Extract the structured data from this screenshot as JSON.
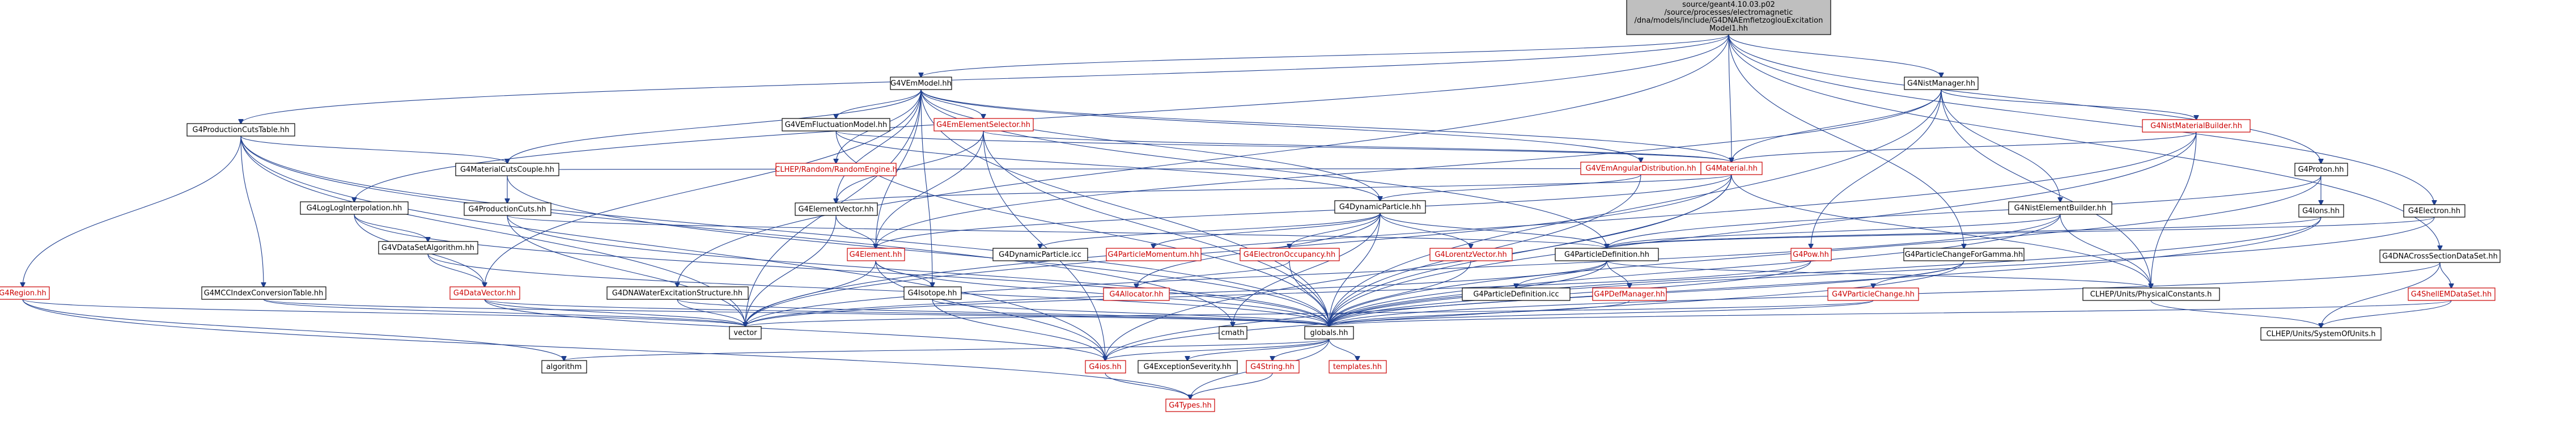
{
  "title": "source/geant4.10.03.p02/source/processes/electromagnetic/dna/models/include/G4DNAEmfietzoglouExcitationModel1.hh",
  "colors": {
    "edge": "#1f3f8f",
    "text": "#000000",
    "red_text": "#cc0000",
    "root_fill": "#bfbfbf",
    "node_fill": "#ffffff"
  },
  "nodes": [
    {
      "id": "root",
      "lines": [
        "source/geant4.10.03.p02",
        "/source/processes/electromagnetic",
        "/dna/models/include/G4DNAEmfietzoglouExcitation",
        "Model1.hh"
      ],
      "style": "root"
    },
    {
      "id": "G4VEmModel",
      "lines": [
        "G4VEmModel.hh"
      ],
      "style": "normal"
    },
    {
      "id": "G4NistManager",
      "lines": [
        "G4NistManager.hh"
      ],
      "style": "normal"
    },
    {
      "id": "G4ProductionCutsTable",
      "lines": [
        "G4ProductionCutsTable.hh"
      ],
      "style": "normal"
    },
    {
      "id": "G4VEmFluctuationModel",
      "lines": [
        "G4VEmFluctuationModel.hh"
      ],
      "style": "normal"
    },
    {
      "id": "G4EmElementSelector",
      "lines": [
        "G4EmElementSelector.hh"
      ],
      "style": "red"
    },
    {
      "id": "G4NistMaterialBuilder",
      "lines": [
        "G4NistMaterialBuilder.hh"
      ],
      "style": "red"
    },
    {
      "id": "CLHEP_RandomEngine",
      "lines": [
        "CLHEP/Random/RandomEngine.h"
      ],
      "style": "red"
    },
    {
      "id": "G4MaterialCutsCouple",
      "lines": [
        "G4MaterialCutsCouple.hh"
      ],
      "style": "normal"
    },
    {
      "id": "G4VEmAngularDistribution",
      "lines": [
        "G4VEmAngularDistribution.hh"
      ],
      "style": "red"
    },
    {
      "id": "G4Material",
      "lines": [
        "G4Material.hh"
      ],
      "style": "red"
    },
    {
      "id": "G4Proton",
      "lines": [
        "G4Proton.hh"
      ],
      "style": "normal"
    },
    {
      "id": "G4LogLogInterpolation",
      "lines": [
        "G4LogLogInterpolation.hh"
      ],
      "style": "normal"
    },
    {
      "id": "G4ProductionCuts",
      "lines": [
        "G4ProductionCuts.hh"
      ],
      "style": "normal"
    },
    {
      "id": "G4ElementVector",
      "lines": [
        "G4ElementVector.hh"
      ],
      "style": "normal"
    },
    {
      "id": "G4DynamicParticle",
      "lines": [
        "G4DynamicParticle.hh"
      ],
      "style": "normal"
    },
    {
      "id": "G4NistElementBuilder",
      "lines": [
        "G4NistElementBuilder.hh"
      ],
      "style": "normal"
    },
    {
      "id": "G4Ions",
      "lines": [
        "G4Ions.hh"
      ],
      "style": "normal"
    },
    {
      "id": "G4Electron",
      "lines": [
        "G4Electron.hh"
      ],
      "style": "normal"
    },
    {
      "id": "G4VDataSetAlgorithm",
      "lines": [
        "G4VDataSetAlgorithm.hh"
      ],
      "style": "normal"
    },
    {
      "id": "G4Element",
      "lines": [
        "G4Element.hh"
      ],
      "style": "red"
    },
    {
      "id": "G4DynamicParticle_icc",
      "lines": [
        "G4DynamicParticle.icc"
      ],
      "style": "normal"
    },
    {
      "id": "G4ParticleMomentum",
      "lines": [
        "G4ParticleMomentum.hh"
      ],
      "style": "red"
    },
    {
      "id": "G4ElectronOccupancy",
      "lines": [
        "G4ElectronOccupancy.hh"
      ],
      "style": "red"
    },
    {
      "id": "G4LorentzVector",
      "lines": [
        "G4LorentzVector.hh"
      ],
      "style": "red"
    },
    {
      "id": "G4ParticleDefinition",
      "lines": [
        "G4ParticleDefinition.hh"
      ],
      "style": "normal"
    },
    {
      "id": "G4Pow",
      "lines": [
        "G4Pow.hh"
      ],
      "style": "red"
    },
    {
      "id": "G4ParticleChangeForGamma",
      "lines": [
        "G4ParticleChangeForGamma.hh"
      ],
      "style": "normal"
    },
    {
      "id": "G4DNACrossSectionDataSet",
      "lines": [
        "G4DNACrossSectionDataSet.hh"
      ],
      "style": "normal"
    },
    {
      "id": "G4Region",
      "lines": [
        "G4Region.hh"
      ],
      "style": "red"
    },
    {
      "id": "G4MCCIndexConversionTable",
      "lines": [
        "G4MCCIndexConversionTable.hh"
      ],
      "style": "normal"
    },
    {
      "id": "G4VDataVector",
      "lines": [
        "G4DataVector.hh"
      ],
      "style": "red"
    },
    {
      "id": "G4DNAWaterExcitationStructure",
      "lines": [
        "G4DNAWaterExcitationStructure.hh"
      ],
      "style": "normal"
    },
    {
      "id": "G4Isotope",
      "lines": [
        "G4Isotope.hh"
      ],
      "style": "normal"
    },
    {
      "id": "G4AllocatorHH",
      "lines": [
        "G4Allocator.hh"
      ],
      "style": "red"
    },
    {
      "id": "G4ParticleDefinition_icc",
      "lines": [
        "G4ParticleDefinition.icc"
      ],
      "style": "normal"
    },
    {
      "id": "G4PDefManager",
      "lines": [
        "G4PDefManager.hh"
      ],
      "style": "red"
    },
    {
      "id": "G4VParticleChange",
      "lines": [
        "G4VParticleChange.hh"
      ],
      "style": "red"
    },
    {
      "id": "CLHEP_PhysicalConstants",
      "lines": [
        "CLHEP/Units/PhysicalConstants.h"
      ],
      "style": "normal"
    },
    {
      "id": "G4ShellEMDataSet",
      "lines": [
        "G4ShellEMDataSet.hh"
      ],
      "style": "red"
    },
    {
      "id": "vector",
      "lines": [
        "vector"
      ],
      "style": "normal"
    },
    {
      "id": "cmath",
      "lines": [
        "cmath"
      ],
      "style": "normal"
    },
    {
      "id": "globals",
      "lines": [
        "globals.hh"
      ],
      "style": "normal"
    },
    {
      "id": "CLHEP_SystemOfUnits",
      "lines": [
        "CLHEP/Units/SystemOfUnits.h"
      ],
      "style": "normal"
    },
    {
      "id": "algorithm",
      "lines": [
        "algorithm"
      ],
      "style": "normal"
    },
    {
      "id": "G4ios",
      "lines": [
        "G4ios.hh"
      ],
      "style": "red"
    },
    {
      "id": "G4ExceptionSeverity",
      "lines": [
        "G4ExceptionSeverity.hh"
      ],
      "style": "normal"
    },
    {
      "id": "G4String",
      "lines": [
        "G4String.hh"
      ],
      "style": "red"
    },
    {
      "id": "templates",
      "lines": [
        "templates.hh"
      ],
      "style": "red"
    },
    {
      "id": "G4Types",
      "lines": [
        "G4Types.hh"
      ],
      "style": "red"
    }
  ],
  "edges": [
    [
      "root",
      "G4VEmModel"
    ],
    [
      "root",
      "G4NistManager"
    ],
    [
      "root",
      "G4ProductionCutsTable"
    ],
    [
      "root",
      "G4LogLogInterpolation"
    ],
    [
      "root",
      "G4Proton"
    ],
    [
      "root",
      "G4Electron"
    ],
    [
      "root",
      "G4DNACrossSectionDataSet"
    ],
    [
      "root",
      "G4ParticleChangeForGamma"
    ],
    [
      "root",
      "G4DNAWaterExcitationStructure"
    ],
    [
      "root",
      "G4Material"
    ],
    [
      "G4VEmModel",
      "G4VEmFluctuationModel"
    ],
    [
      "G4VEmModel",
      "G4EmElementSelector"
    ],
    [
      "G4VEmModel",
      "CLHEP_RandomEngine"
    ],
    [
      "G4VEmModel",
      "G4MaterialCutsCouple"
    ],
    [
      "G4VEmModel",
      "G4VEmAngularDistribution"
    ],
    [
      "G4VEmModel",
      "G4Material"
    ],
    [
      "G4VEmModel",
      "G4ElementVector"
    ],
    [
      "G4VEmModel",
      "G4DynamicParticle"
    ],
    [
      "G4VEmModel",
      "G4Element"
    ],
    [
      "G4VEmModel",
      "G4ParticleDefinition"
    ],
    [
      "G4VEmModel",
      "G4VDataVector"
    ],
    [
      "G4VEmModel",
      "globals"
    ],
    [
      "G4VEmModel",
      "vector"
    ],
    [
      "G4VEmModel",
      "G4Isotope"
    ],
    [
      "G4NistManager",
      "G4NistMaterialBuilder"
    ],
    [
      "G4NistManager",
      "G4Material"
    ],
    [
      "G4NistManager",
      "G4NistElementBuilder"
    ],
    [
      "G4NistManager",
      "G4Pow"
    ],
    [
      "G4NistManager",
      "CLHEP_PhysicalConstants"
    ],
    [
      "G4NistManager",
      "globals"
    ],
    [
      "G4NistManager",
      "G4Element"
    ],
    [
      "G4ProductionCutsTable",
      "G4MaterialCutsCouple"
    ],
    [
      "G4ProductionCutsTable",
      "G4MCCIndexConversionTable"
    ],
    [
      "G4ProductionCutsTable",
      "G4Region"
    ],
    [
      "G4ProductionCutsTable",
      "globals"
    ],
    [
      "G4ProductionCutsTable",
      "vector"
    ],
    [
      "G4ProductionCutsTable",
      "G4ios"
    ],
    [
      "G4ProductionCutsTable",
      "cmath"
    ],
    [
      "G4VEmFluctuationModel",
      "G4Material"
    ],
    [
      "G4VEmFluctuationModel",
      "globals"
    ],
    [
      "G4VEmFluctuationModel",
      "G4DynamicParticle"
    ],
    [
      "G4EmElementSelector",
      "G4Material"
    ],
    [
      "G4EmElementSelector",
      "G4Element"
    ],
    [
      "G4EmElementSelector",
      "G4ElementVector"
    ],
    [
      "G4EmElementSelector",
      "globals"
    ],
    [
      "G4EmElementSelector",
      "G4ios"
    ],
    [
      "G4NistMaterialBuilder",
      "G4Material"
    ],
    [
      "G4NistMaterialBuilder",
      "globals"
    ],
    [
      "G4NistMaterialBuilder",
      "CLHEP_PhysicalConstants"
    ],
    [
      "G4NistMaterialBuilder",
      "vector"
    ],
    [
      "G4MaterialCutsCouple",
      "G4ProductionCuts"
    ],
    [
      "G4MaterialCutsCouple",
      "G4Material"
    ],
    [
      "G4MaterialCutsCouple",
      "globals"
    ],
    [
      "G4VEmAngularDistribution",
      "G4DynamicParticle"
    ],
    [
      "G4VEmAngularDistribution",
      "globals"
    ],
    [
      "G4Material",
      "G4Element"
    ],
    [
      "G4Material",
      "G4ElementVector"
    ],
    [
      "G4Material",
      "CLHEP_PhysicalConstants"
    ],
    [
      "G4Material",
      "globals"
    ],
    [
      "G4Material",
      "vector"
    ],
    [
      "G4Material",
      "G4ios"
    ],
    [
      "G4Proton",
      "G4Ions"
    ],
    [
      "G4Proton",
      "G4ParticleDefinition"
    ],
    [
      "G4Proton",
      "globals"
    ],
    [
      "G4LogLogInterpolation",
      "G4VDataSetAlgorithm"
    ],
    [
      "G4LogLogInterpolation",
      "G4VDataVector"
    ],
    [
      "G4LogLogInterpolation",
      "globals"
    ],
    [
      "G4ProductionCuts",
      "G4ParticleDefinition"
    ],
    [
      "G4ProductionCuts",
      "globals"
    ],
    [
      "G4ProductionCuts",
      "vector"
    ],
    [
      "G4ElementVector",
      "G4Element"
    ],
    [
      "G4ElementVector",
      "vector"
    ],
    [
      "G4DynamicParticle",
      "G4DynamicParticle_icc"
    ],
    [
      "G4DynamicParticle",
      "G4ParticleMomentum"
    ],
    [
      "G4DynamicParticle",
      "G4ElectronOccupancy"
    ],
    [
      "G4DynamicParticle",
      "G4LorentzVector"
    ],
    [
      "G4DynamicParticle",
      "G4ParticleDefinition"
    ],
    [
      "G4DynamicParticle",
      "G4AllocatorHH"
    ],
    [
      "G4DynamicParticle",
      "globals"
    ],
    [
      "G4DynamicParticle",
      "cmath"
    ],
    [
      "G4NistElementBuilder",
      "G4ParticleDefinition"
    ],
    [
      "G4NistElementBuilder",
      "CLHEP_PhysicalConstants"
    ],
    [
      "G4NistElementBuilder",
      "globals"
    ],
    [
      "G4NistElementBuilder",
      "vector"
    ],
    [
      "G4Ions",
      "G4ParticleDefinition"
    ],
    [
      "G4Ions",
      "globals"
    ],
    [
      "G4Ions",
      "G4ios"
    ],
    [
      "G4Electron",
      "G4ParticleDefinition"
    ],
    [
      "G4Electron",
      "globals"
    ],
    [
      "G4VDataSetAlgorithm",
      "G4VDataVector"
    ],
    [
      "G4VDataSetAlgorithm",
      "globals"
    ],
    [
      "G4Element",
      "G4Isotope"
    ],
    [
      "G4Element",
      "globals"
    ],
    [
      "G4Element",
      "vector"
    ],
    [
      "G4Element",
      "G4ios"
    ],
    [
      "G4ElectronOccupancy",
      "G4AllocatorHH"
    ],
    [
      "G4ElectronOccupancy",
      "globals"
    ],
    [
      "G4LorentzVector",
      "globals"
    ],
    [
      "G4ParticleDefinition",
      "G4ParticleDefinition_icc"
    ],
    [
      "G4ParticleDefinition",
      "G4PDefManager"
    ],
    [
      "G4ParticleDefinition",
      "CLHEP_PhysicalConstants"
    ],
    [
      "G4ParticleDefinition",
      "globals"
    ],
    [
      "G4ParticleDefinition",
      "vector"
    ],
    [
      "G4Pow",
      "globals"
    ],
    [
      "G4Pow",
      "vector"
    ],
    [
      "G4ParticleChangeForGamma",
      "G4VParticleChange"
    ],
    [
      "G4ParticleChangeForGamma",
      "globals"
    ],
    [
      "G4ParticleChangeForGamma",
      "G4ios"
    ],
    [
      "G4DNACrossSectionDataSet",
      "G4ShellEMDataSet"
    ],
    [
      "G4DNACrossSectionDataSet",
      "globals"
    ],
    [
      "G4DNACrossSectionDataSet",
      "CLHEP_SystemOfUnits"
    ],
    [
      "G4Region",
      "algorithm"
    ],
    [
      "G4Region",
      "G4Types"
    ],
    [
      "G4Region",
      "vector"
    ],
    [
      "G4MCCIndexConversionTable",
      "globals"
    ],
    [
      "G4MCCIndexConversionTable",
      "vector"
    ],
    [
      "G4VDataVector",
      "globals"
    ],
    [
      "G4VDataVector",
      "vector"
    ],
    [
      "G4VDataVector",
      "G4ios"
    ],
    [
      "G4DNAWaterExcitationStructure",
      "globals"
    ],
    [
      "G4DNAWaterExcitationStructure",
      "vector"
    ],
    [
      "G4Isotope",
      "globals"
    ],
    [
      "G4Isotope",
      "G4ios"
    ],
    [
      "G4PDefManager",
      "globals"
    ],
    [
      "G4VParticleChange",
      "globals"
    ],
    [
      "G4VParticleChange",
      "vector"
    ],
    [
      "CLHEP_PhysicalConstants",
      "CLHEP_SystemOfUnits"
    ],
    [
      "G4ShellEMDataSet",
      "globals"
    ],
    [
      "G4ShellEMDataSet",
      "CLHEP_SystemOfUnits"
    ],
    [
      "globals",
      "G4ios"
    ],
    [
      "globals",
      "G4ExceptionSeverity"
    ],
    [
      "globals",
      "G4String"
    ],
    [
      "globals",
      "templates"
    ],
    [
      "globals",
      "G4Types"
    ],
    [
      "globals",
      "algorithm"
    ],
    [
      "G4ios",
      "G4Types"
    ],
    [
      "G4String",
      "G4Types"
    ]
  ]
}
